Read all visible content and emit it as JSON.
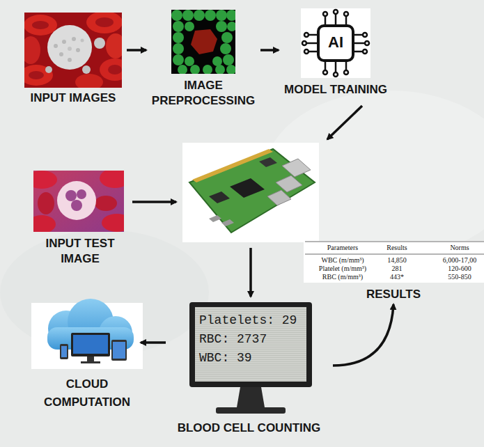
{
  "diagram": {
    "nodes": [
      {
        "text": [
          "INPUT IMAGES"
        ]
      },
      {
        "text": [
          "IMAGE PREPROCESSING"
        ]
      },
      {
        "text": [
          "MODEL TRAINING"
        ]
      },
      {
        "text": [
          "INPUT TEST IMAGE"
        ]
      },
      {
        "text": [
          "RESULTS"
        ]
      },
      {
        "text": [
          "Platelets: 29",
          "RBC: 2737",
          "WBC: 39",
          "BLOOD CELL COUNTING"
        ]
      },
      {
        "text": [
          "CLOUD COMPUTATION"
        ]
      }
    ],
    "edges": [
      {
        "from": 0,
        "to": 1,
        "arrow": "to"
      },
      {
        "from": 1,
        "to": 2,
        "arrow": "to"
      },
      {
        "from": 5,
        "to": 6,
        "arrow": "to"
      },
      {
        "from": 5,
        "to": 4,
        "arrow": "to"
      }
    ],
    "labels": [
      "AI",
      "Parameters",
      "Results",
      "Norms",
      "WBC (m/mm³)",
      "14,850",
      "6,000-17,00",
      "Platelet (m/mm³)",
      "281",
      "120-600",
      "RBC (m/mm³)",
      "443*",
      "550-850"
    ]
  }
}
